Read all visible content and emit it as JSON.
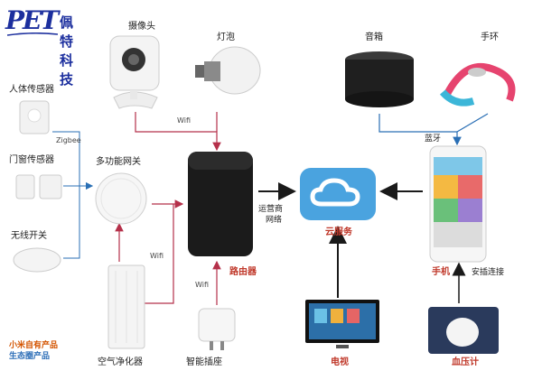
{
  "brand": {
    "logo_text": "PET",
    "company_name": "佩特科技"
  },
  "devices": {
    "camera": "摄像头",
    "bulb": "灯泡",
    "speaker": "音箱",
    "band": "手环",
    "body_sensor": "人体传感器",
    "door_sensor": "门窗传感器",
    "wireless_switch": "无线开关",
    "gateway": "多功能网关",
    "air_purifier": "空气净化器",
    "smart_plug": "智能插座",
    "router": "路由器",
    "cloud": "云服务",
    "phone": "手机",
    "tv": "电视",
    "gauge": "血压计"
  },
  "connections": {
    "zigbee": "Zigbee",
    "wifi_camera": "Wifi",
    "wifi_purifier": "Wifi",
    "wifi_plug": "Wifi",
    "bluetooth": "蓝牙",
    "operator_network_1": "运营商",
    "operator_network_2": "网络",
    "install_connect": "安插连接"
  },
  "legend": {
    "line1": "小米自有产品",
    "line2": "生态圈产品"
  },
  "colors": {
    "wifi_line": "#b5304a",
    "blue_line": "#2a6fb5",
    "black_arrow": "#1a1a1a",
    "brand_blue": "#1c2f9e"
  }
}
